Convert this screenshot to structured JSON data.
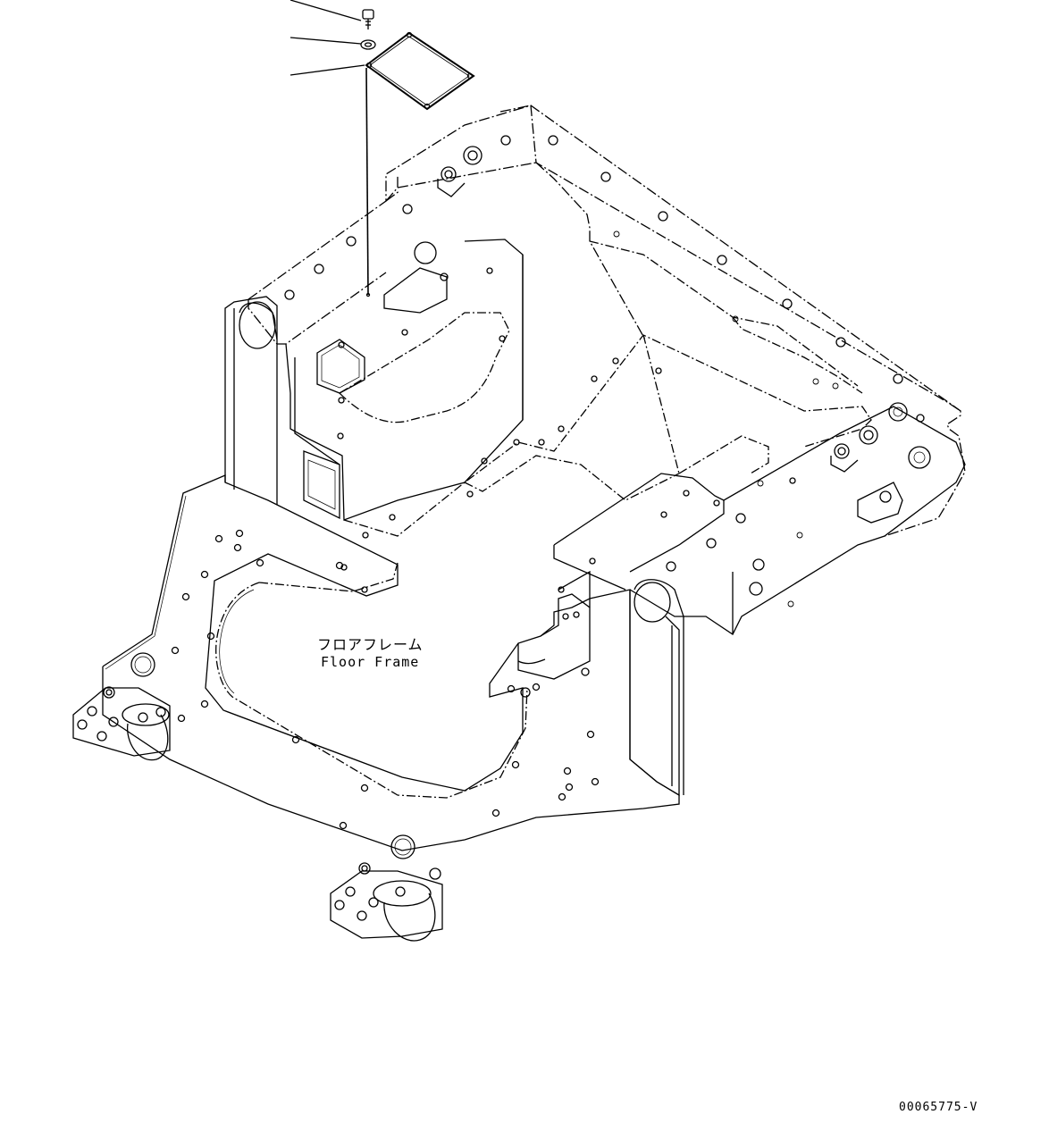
{
  "diagram": {
    "part_label_jp": "フロアフレーム",
    "part_label_en": "Floor Frame",
    "drawing_number": "00065775-V",
    "callouts": [
      "bolt",
      "washer",
      "cover plate"
    ]
  }
}
